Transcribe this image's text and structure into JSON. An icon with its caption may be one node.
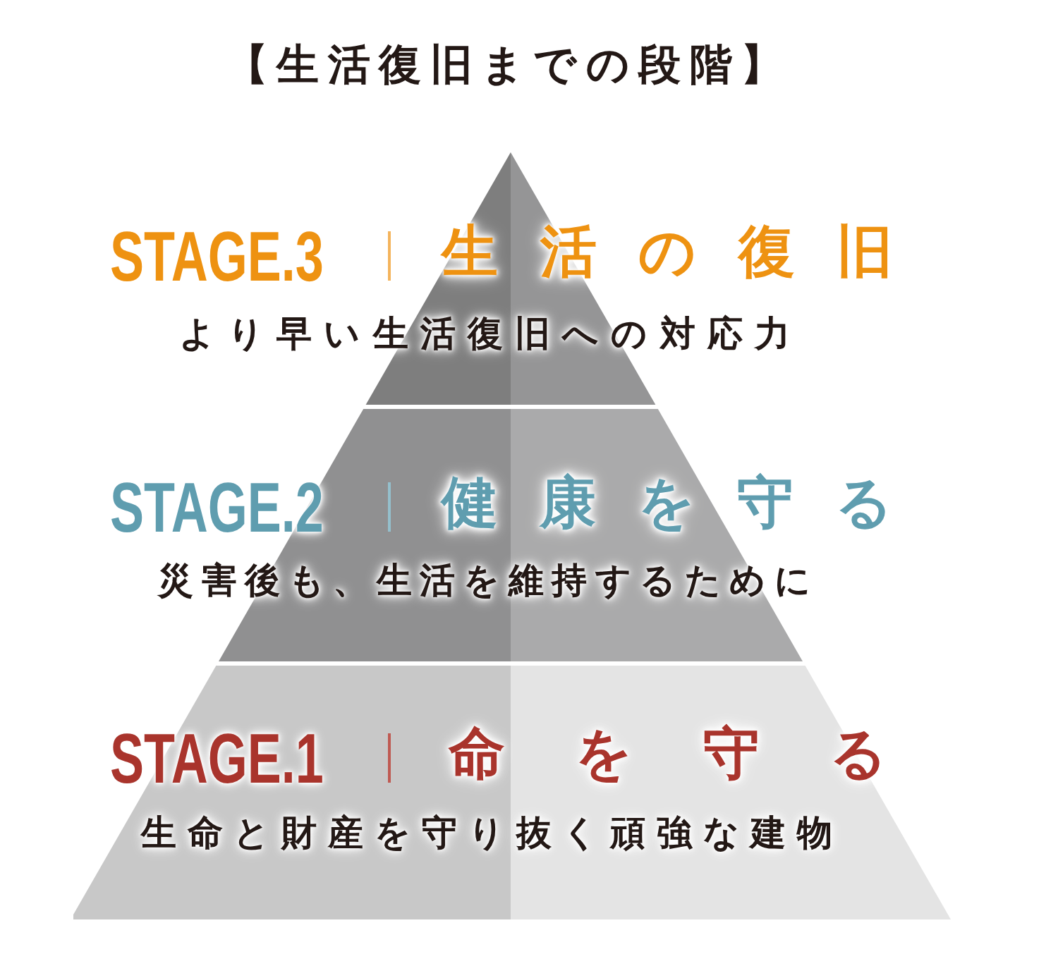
{
  "diagram": {
    "title": "【生活復旧までの段階】",
    "nodes": [
      {
        "text": [
          "STAGE.3",
          "生活の復旧",
          "より早い生活復旧への対応力"
        ]
      },
      {
        "text": [
          "STAGE.2",
          "健康を守る",
          "災害後も、生活を維持するために"
        ]
      },
      {
        "text": [
          "STAGE.1",
          "命を守る",
          "生命と財産を守り抜く頑強な建物"
        ]
      }
    ]
  }
}
